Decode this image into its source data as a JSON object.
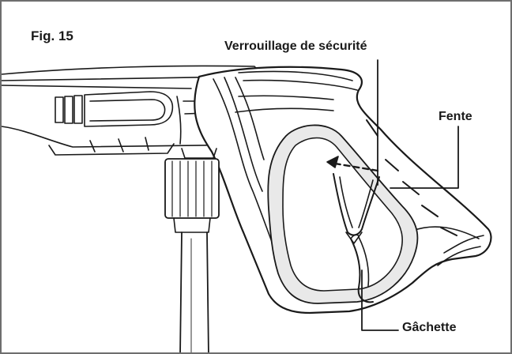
{
  "figure": {
    "title": "Fig. 15",
    "callouts": {
      "safety_lock": "Verrouillage de sécurité",
      "slot": "Fente",
      "trigger": "Gâchette"
    }
  },
  "colors": {
    "line": "#1a1a1a",
    "frame": "#6e6e6e",
    "shade": "#e9e9e9",
    "background": "#ffffff"
  }
}
